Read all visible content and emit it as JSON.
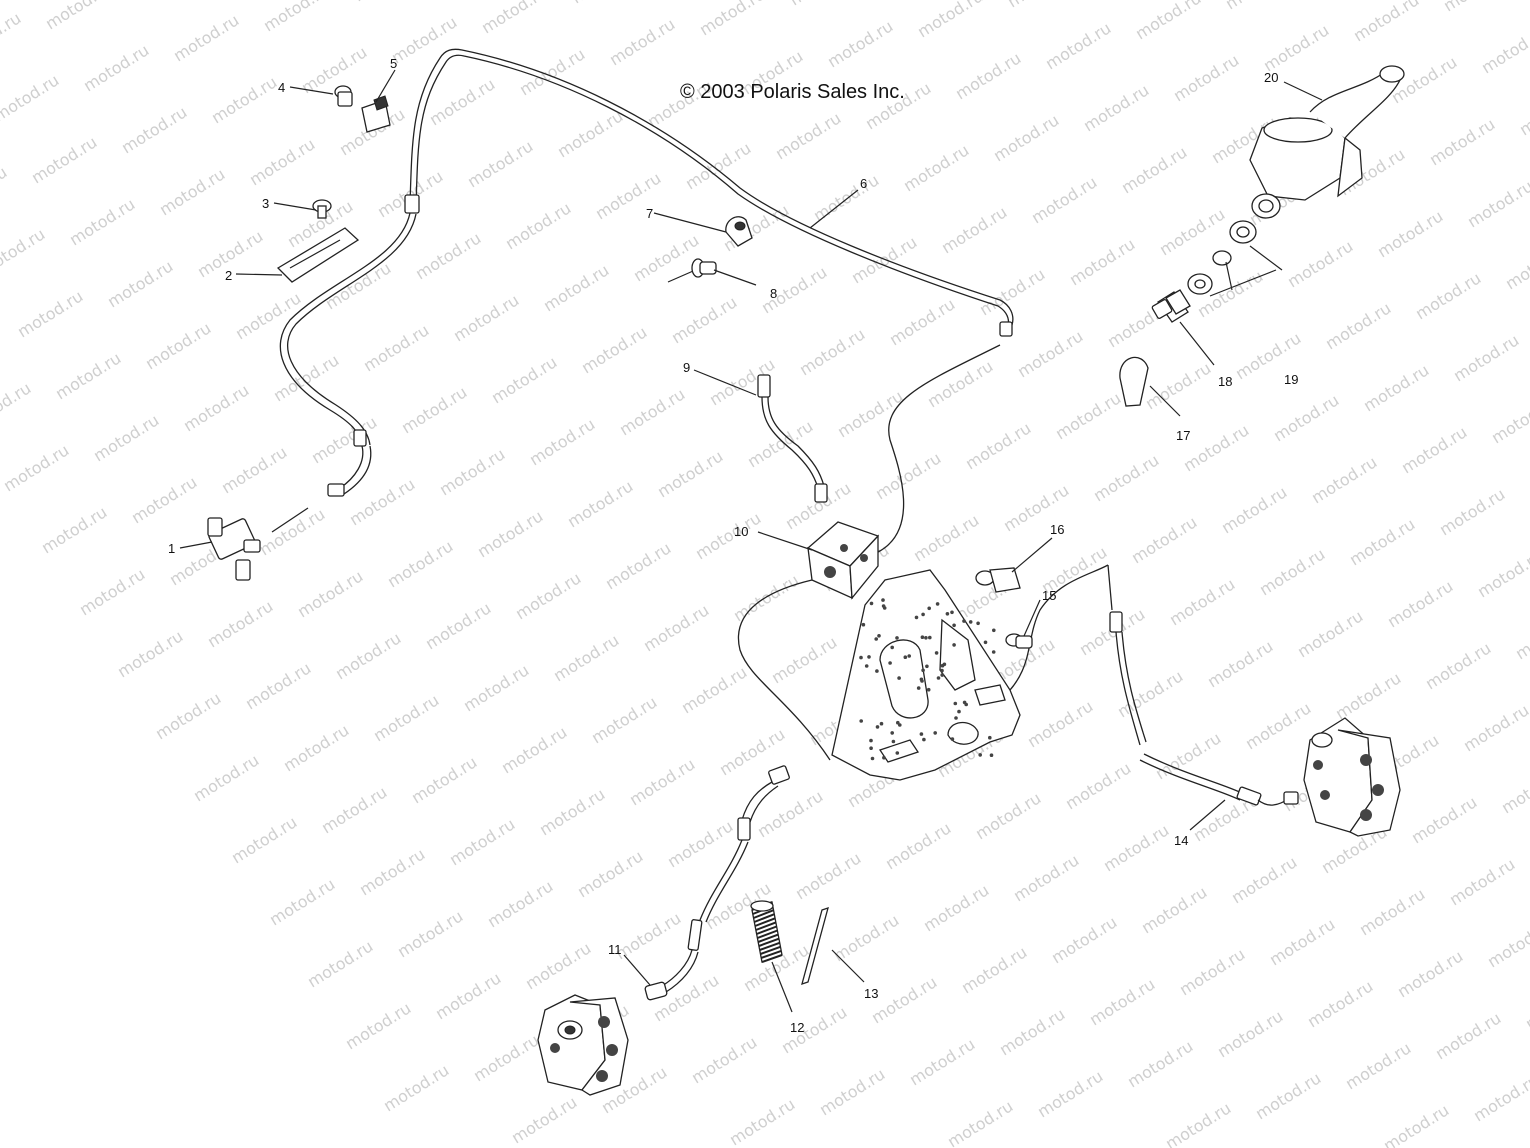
{
  "copyright": "© 2003 Polaris Sales Inc.",
  "watermark": "motod.ru",
  "callouts": [
    "1",
    "2",
    "3",
    "4",
    "5",
    "6",
    "7",
    "8",
    "9",
    "10",
    "11",
    "12",
    "13",
    "14",
    "15",
    "16",
    "17",
    "18",
    "19",
    "20"
  ]
}
